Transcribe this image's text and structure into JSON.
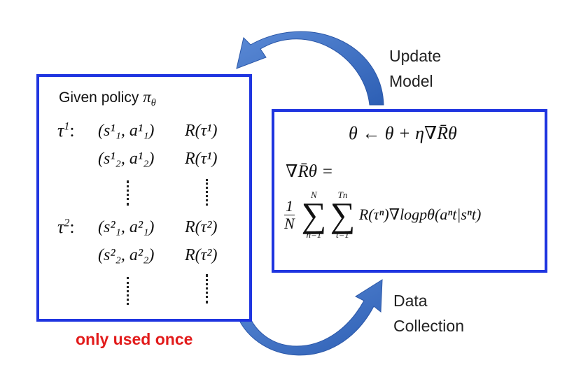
{
  "left_box": {
    "title": "Given policy",
    "title_symbol": "π",
    "title_subscript": "θ",
    "tau1_label": "τ",
    "tau1_sup": "1",
    "tau2_label": "τ",
    "tau2_sup": "2",
    "colon": ":",
    "row1_pair": "(s¹₁, a¹₁)",
    "row1_reward": "R(τ¹)",
    "row2_pair": "(s¹₂, a¹₂)",
    "row2_reward": "R(τ¹)",
    "row3_pair": "(s²₁, a²₁)",
    "row3_reward": "R(τ²)",
    "row4_pair": "(s²₂, a²₂)",
    "row4_reward": "R(τ²)"
  },
  "right_box": {
    "update_rule": "θ ← θ + η∇R̄θ",
    "grad_lhs": "∇R̄θ =",
    "frac_num": "1",
    "frac_den": "N",
    "sum1_top": "N",
    "sum1_bottom": "n=1",
    "sum2_top": "Tn",
    "sum2_bottom": "t=1",
    "sum_symbol": "∑",
    "summand": "R(τⁿ)∇logpθ(aⁿt|sⁿt)"
  },
  "labels": {
    "update_line1": "Update",
    "update_line2": "Model",
    "data_line1": "Data",
    "data_line2": "Collection",
    "only_once": "only used once"
  },
  "colors": {
    "box_border": "#1f35e0",
    "arrow": "#3a6fc4",
    "note": "#e21b1b"
  }
}
